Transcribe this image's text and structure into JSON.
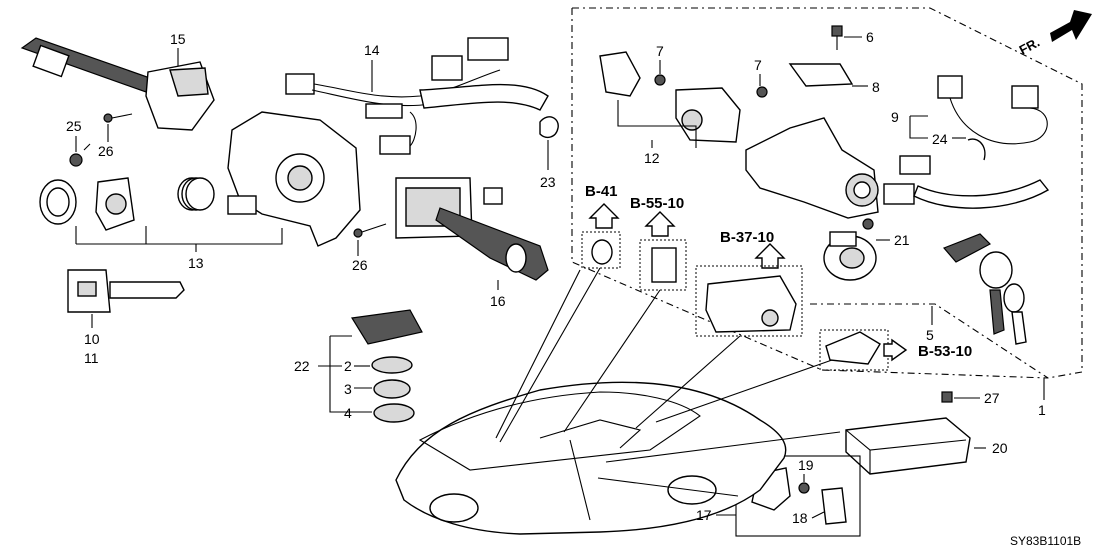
{
  "diagram_code": "SY83B1101B",
  "front_indicator": "FR.",
  "callouts": {
    "c1": "1",
    "c2": "2",
    "c3": "3",
    "c4": "4",
    "c5": "5",
    "c6": "6",
    "c7a": "7",
    "c7b": "7",
    "c8": "8",
    "c9": "9",
    "c10": "10",
    "c11": "11",
    "c12": "12",
    "c13": "13",
    "c14": "14",
    "c15": "15",
    "c16": "16",
    "c17": "17",
    "c18": "18",
    "c19": "19",
    "c20": "20",
    "c21": "21",
    "c22": "22",
    "c23": "23",
    "c24": "24",
    "c25": "25",
    "c26a": "26",
    "c26b": "26",
    "c27": "27"
  },
  "references": {
    "r1": "B-41",
    "r2": "B-55-10",
    "r3": "B-37-10",
    "r4": "B-53-10"
  }
}
